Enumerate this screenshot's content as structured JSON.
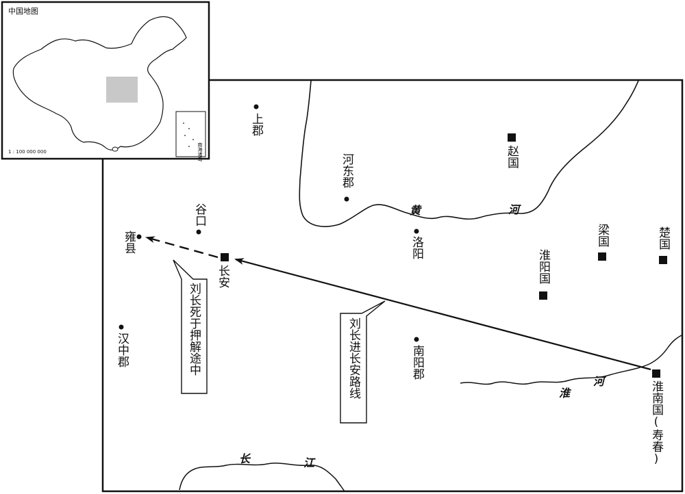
{
  "inset": {
    "title": "中国地图",
    "scale": "1 : 100 000 000",
    "south_sea_label": "南海诸岛"
  },
  "rivers": {
    "huang": [
      "黄",
      "河"
    ],
    "huai": [
      "淮",
      "河"
    ],
    "chang": [
      "长",
      "江"
    ]
  },
  "places": {
    "shang_jun": "上郡",
    "he_dong_jun": "河东郡",
    "zhao_guo": "赵国",
    "gu_kou": "谷口",
    "yong_xian": "雍县",
    "chang_an": "长安",
    "luo_yang": "洛阳",
    "liang_guo": "梁国",
    "chu_guo": "楚国",
    "huai_yang_guo": "淮阳国",
    "han_zhong_jun": "汉中郡",
    "nan_yang_jun": "南阳郡",
    "huai_nan_guo": "淮南国(寿春)"
  },
  "callouts": {
    "death": "刘长死于押解途中",
    "route": "刘长进长安路线"
  }
}
